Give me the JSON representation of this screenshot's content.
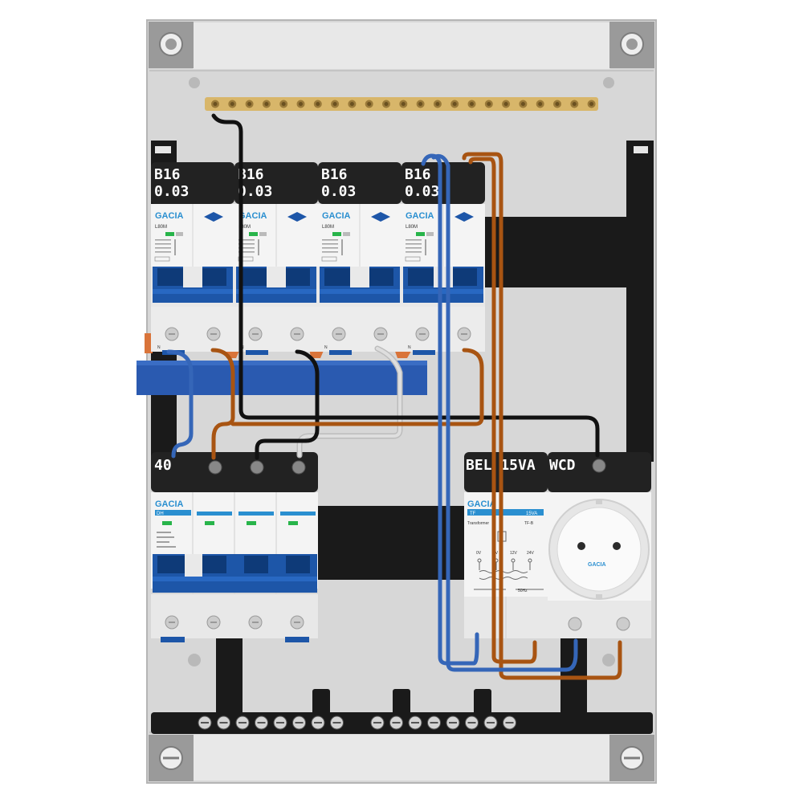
{
  "colors": {
    "panel": "#dcdcdc",
    "panel_light": "#ececec",
    "panel_edge": "#bdbdbd",
    "rail": "#1a1a1a",
    "breaker_white": "#f4f4f4",
    "label_black": "#222222",
    "brand_blue": "#2a8fd0",
    "toggle_blue": "#1d56a8",
    "toggle_dark": "#0e3a78",
    "busbar_blue": "#2a5ab0",
    "busbar_brass": "#d8b66a",
    "wire_black": "#111111",
    "wire_blue": "#3566b8",
    "wire_brown": "#a85412",
    "wire_grey": "#cfcfcf",
    "led_green": "#28b44a",
    "copper": "#d9743a"
  },
  "rcbo_breakers": [
    {
      "rating": "B16",
      "sensitivity": "0.03",
      "brand": "GACIA",
      "model": "L80M"
    },
    {
      "rating": "B16",
      "sensitivity": "0.03",
      "brand": "GACIA",
      "model": "L80M"
    },
    {
      "rating": "B16",
      "sensitivity": "0.03",
      "brand": "GACIA",
      "model": "L80M"
    },
    {
      "rating": "B16",
      "sensitivity": "0.03",
      "brand": "GACIA",
      "model": "L80M"
    }
  ],
  "main_switch": {
    "label": "40",
    "brand": "GACIA",
    "model": "DH"
  },
  "transformer": {
    "label": "BEL 15VA",
    "brand": "GACIA",
    "model_tag": "TF",
    "power": "15VA",
    "title": "Transformer",
    "code": "TF-B",
    "taps": [
      "0V",
      "8V",
      "12V",
      "24V"
    ],
    "freq": "50Hz"
  },
  "socket": {
    "label": "WCD",
    "brand": "GACIA"
  },
  "terminal_text": {
    "n_marker": "N"
  }
}
